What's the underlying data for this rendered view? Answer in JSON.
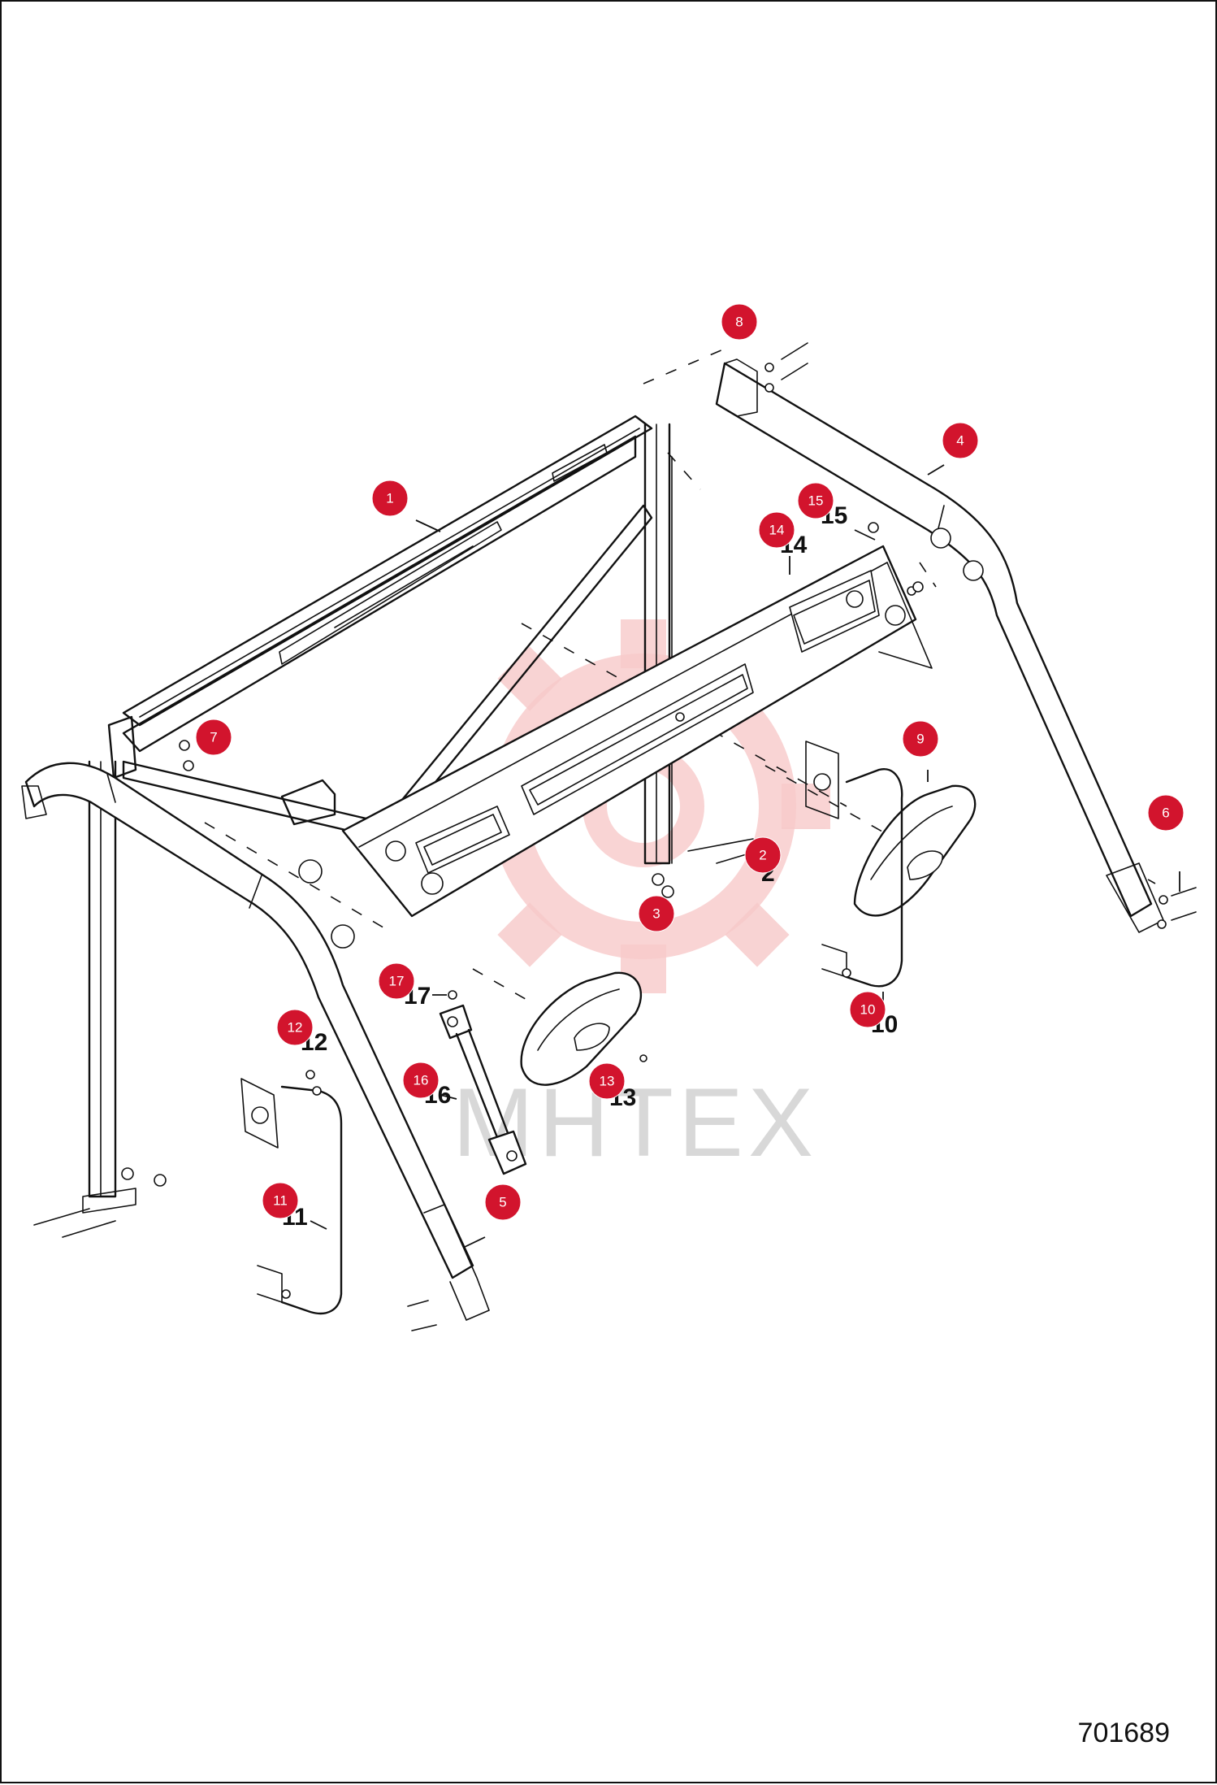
{
  "drawing_number": "701689",
  "watermark": "MHTEX",
  "callouts": [
    {
      "id": "1",
      "label": "1"
    },
    {
      "id": "2",
      "label": "2"
    },
    {
      "id": "3",
      "label": "3"
    },
    {
      "id": "4",
      "label": "4"
    },
    {
      "id": "5",
      "label": "5"
    },
    {
      "id": "6",
      "label": "6"
    },
    {
      "id": "7",
      "label": "7"
    },
    {
      "id": "8",
      "label": "8"
    },
    {
      "id": "9",
      "label": "9"
    },
    {
      "id": "10",
      "label": "10"
    },
    {
      "id": "11",
      "label": "11"
    },
    {
      "id": "12",
      "label": "12"
    },
    {
      "id": "13",
      "label": "13"
    },
    {
      "id": "14",
      "label": "14"
    },
    {
      "id": "15",
      "label": "15"
    },
    {
      "id": "16",
      "label": "16"
    },
    {
      "id": "17",
      "label": "17"
    }
  ],
  "colors": {
    "callout": "#d2142d",
    "line": "#111111",
    "watermark_gear": "#f7c9c9"
  }
}
